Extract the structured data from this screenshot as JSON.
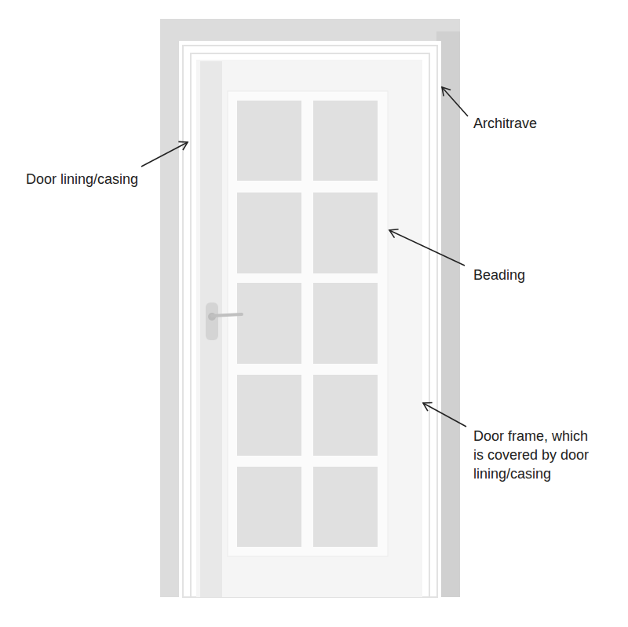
{
  "diagram": {
    "labels": [
      "Door lining/casing",
      "Architrave",
      "Beading",
      "Door frame, which is covered by door lining/casing"
    ]
  }
}
